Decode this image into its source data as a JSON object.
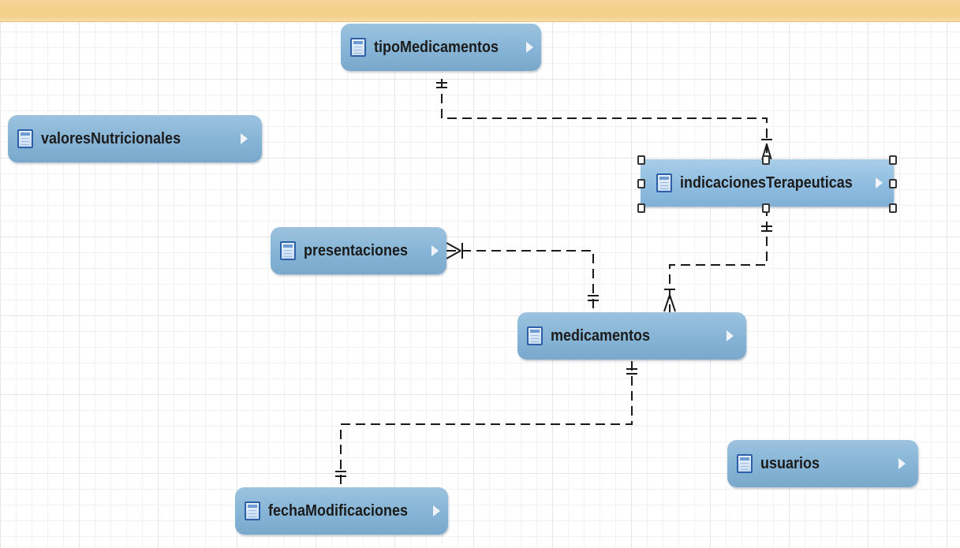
{
  "diagram": {
    "entities": [
      {
        "id": "tipoMedicamentos",
        "label": "tipoMedicamentos",
        "icon": "table-icon"
      },
      {
        "id": "valoresNutricionales",
        "label": "valoresNutricionales",
        "icon": "table-icon"
      },
      {
        "id": "indicacionesTerapeuticas",
        "label": "indicacionesTerapeuticas",
        "icon": "table-icon",
        "selected": true
      },
      {
        "id": "presentaciones",
        "label": "presentaciones",
        "icon": "table-icon"
      },
      {
        "id": "medicamentos",
        "label": "medicamentos",
        "icon": "table-icon"
      },
      {
        "id": "usuarios",
        "label": "usuarios",
        "icon": "table-icon"
      },
      {
        "id": "fechaModificaciones",
        "label": "fechaModificaciones",
        "icon": "table-icon"
      }
    ],
    "relationships": [
      {
        "from": "tipoMedicamentos",
        "to": "indicacionesTerapeuticas",
        "from_cardinality": "one-and-only-one",
        "to_cardinality": "one-or-many"
      },
      {
        "from": "presentaciones",
        "to": "medicamentos",
        "from_cardinality": "one-or-many",
        "to_cardinality": "one-and-only-one"
      },
      {
        "from": "indicacionesTerapeuticas",
        "to": "medicamentos",
        "from_cardinality": "one-and-only-one",
        "to_cardinality": "one-or-many"
      },
      {
        "from": "medicamentos",
        "to": "fechaModificaciones",
        "from_cardinality": "one-and-only-one",
        "to_cardinality": "one-and-only-one"
      }
    ],
    "colors": {
      "entity_fill": "#86b4d6",
      "line": "#1a1a1a",
      "header_strip": "#f3cf87",
      "grid": "#e3e6ea"
    }
  }
}
